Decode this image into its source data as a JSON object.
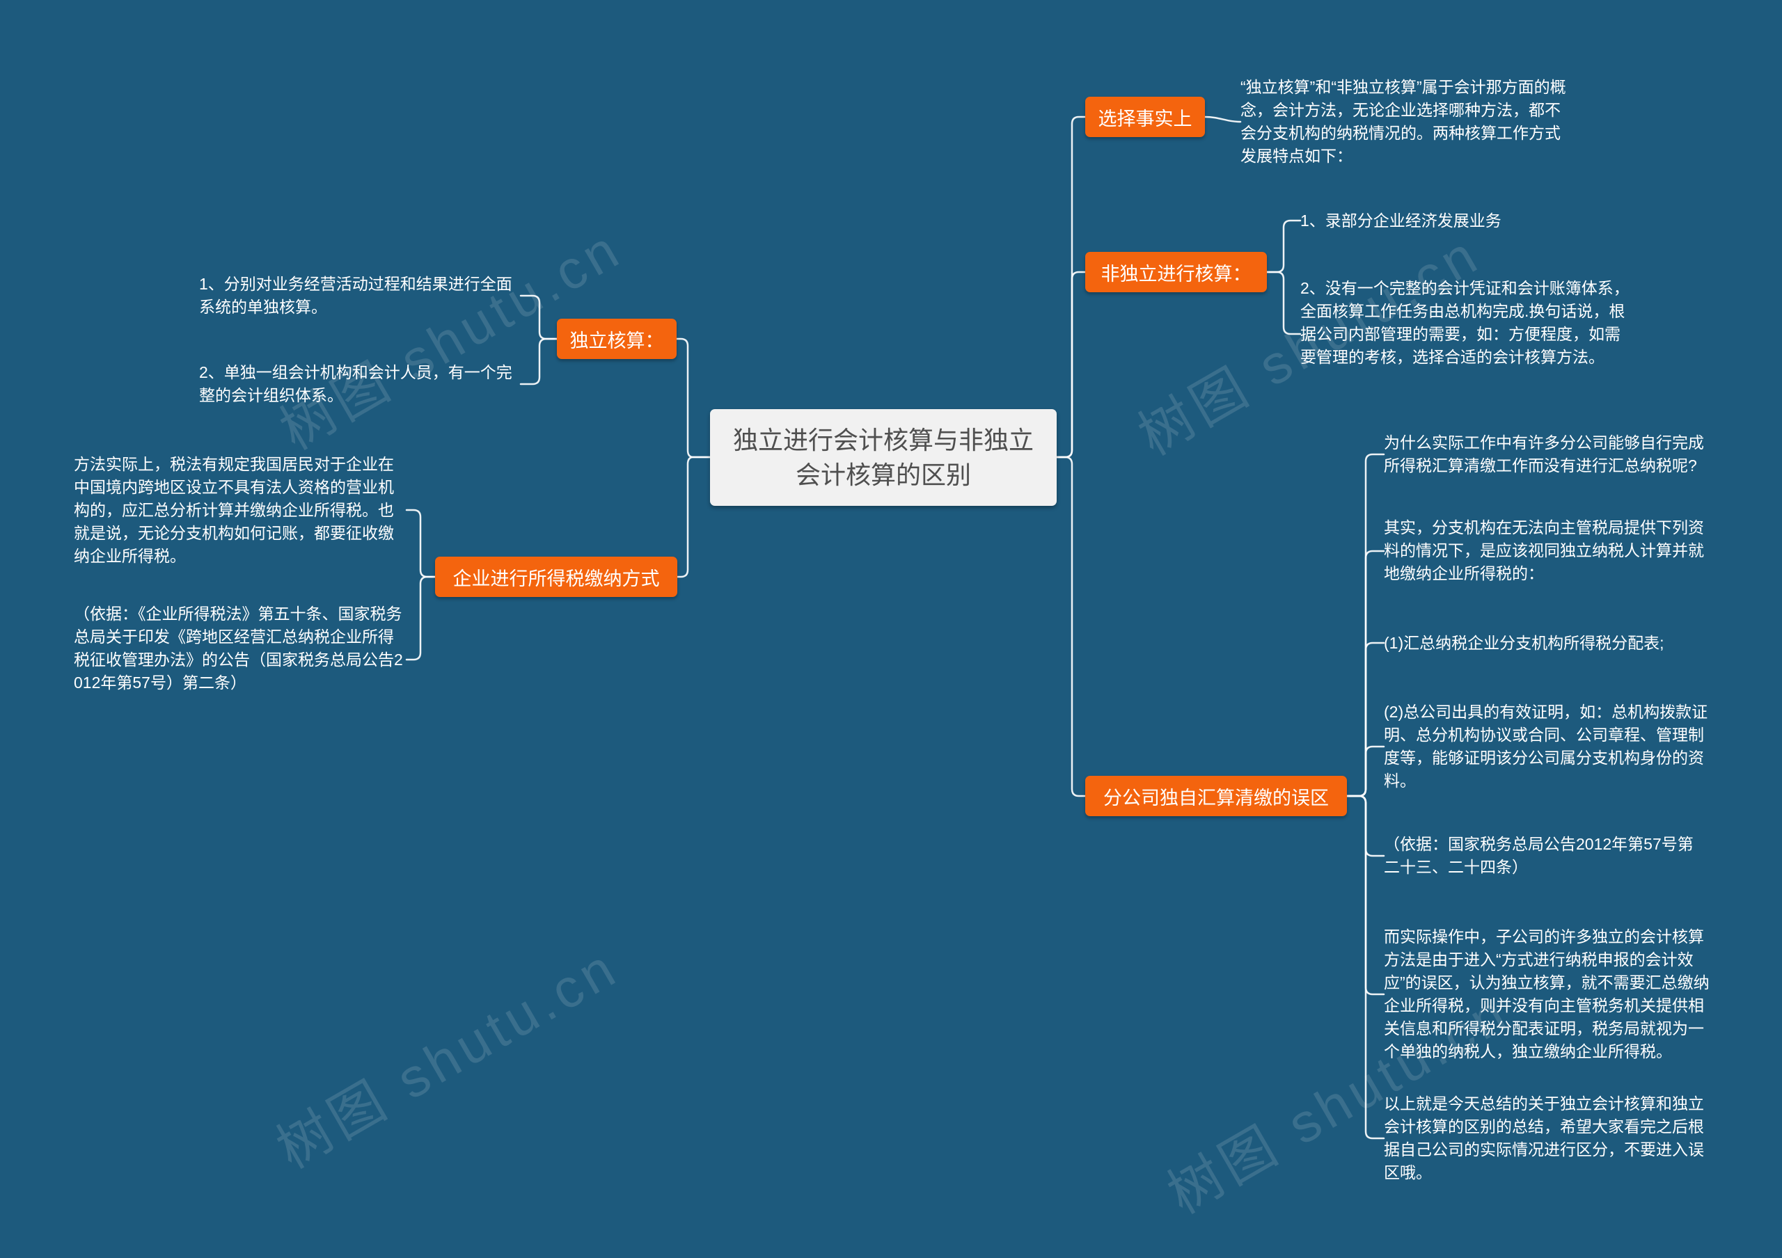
{
  "center": {
    "title": "独立进行会计核算与非独立会计核算的区别"
  },
  "watermark": {
    "text": "树图 shutu.cn"
  },
  "colors": {
    "background": "#1d5a7d",
    "branch_node": "#f4640e",
    "center_node_bg": "#f1f1f1",
    "connector": "#ffffff"
  },
  "left": {
    "branches": [
      {
        "label": "独立核算：",
        "items": [
          "1、分别对业务经营活动过程和结果进行全面系统的单独核算。",
          "2、单独一组会计机构和会计人员，有一个完整的会计组织体系。"
        ]
      },
      {
        "label": "企业进行所得税缴纳方式",
        "items": [
          "方法实际上，税法有规定我国居民对于企业在中国境内跨地区设立不具有法人资格的营业机构的，应汇总分析计算并缴纳企业所得税。也就是说，无论分支机构如何记账，都要征收缴纳企业所得税。",
          "（依据：《企业所得税法》第五十条、国家税务总局关于印发《跨地区经营汇总纳税企业所得税征收管理办法》的公告（国家税务总局公告2012年第57号）第二条）"
        ]
      }
    ]
  },
  "right": {
    "branches": [
      {
        "label": "选择事实上",
        "items": [
          "“独立核算”和“非独立核算”属于会计那方面的概念，会计方法，无论企业选择哪种方法，都不会分支机构的纳税情况的。两种核算工作方式发展特点如下："
        ]
      },
      {
        "label": "非独立进行核算：",
        "items": [
          "1、录部分企业经济发展业务",
          "2、没有一个完整的会计凭证和会计账簿体系，全面核算工作任务由总机构完成.换句话说，根据公司内部管理的需要，如：方便程度，如需要管理的考核，选择合适的会计核算方法。"
        ]
      },
      {
        "label": "分公司独自汇算清缴的误区",
        "items": [
          "为什么实际工作中有许多分公司能够自行完成所得税汇算清缴工作而没有进行汇总纳税呢?",
          "其实，分支机构在无法向主管税局提供下列资料的情况下，是应该视同独立纳税人计算并就地缴纳企业所得税的：",
          "(1)汇总纳税企业分支机构所得税分配表;",
          "(2)总公司出具的有效证明，如：总机构拨款证明、总分机构协议或合同、公司章程、管理制度等，能够证明该分公司属分支机构身份的资料。",
          "（依据：国家税务总局公告2012年第57号第二十三、二十四条）",
          "而实际操作中，子公司的许多独立的会计核算方法是由于进入“方式进行纳税申报的会计效应”的误区，认为独立核算，就不需要汇总缴纳企业所得税，则并没有向主管税务机关提供相关信息和所得税分配表证明，税务局就视为一个单独的纳税人，独立缴纳企业所得税。",
          "以上就是今天总结的关于独立会计核算和独立会计核算的区别的总结，希望大家看完之后根据自己公司的实际情况进行区分，不要进入误区哦。"
        ]
      }
    ]
  }
}
